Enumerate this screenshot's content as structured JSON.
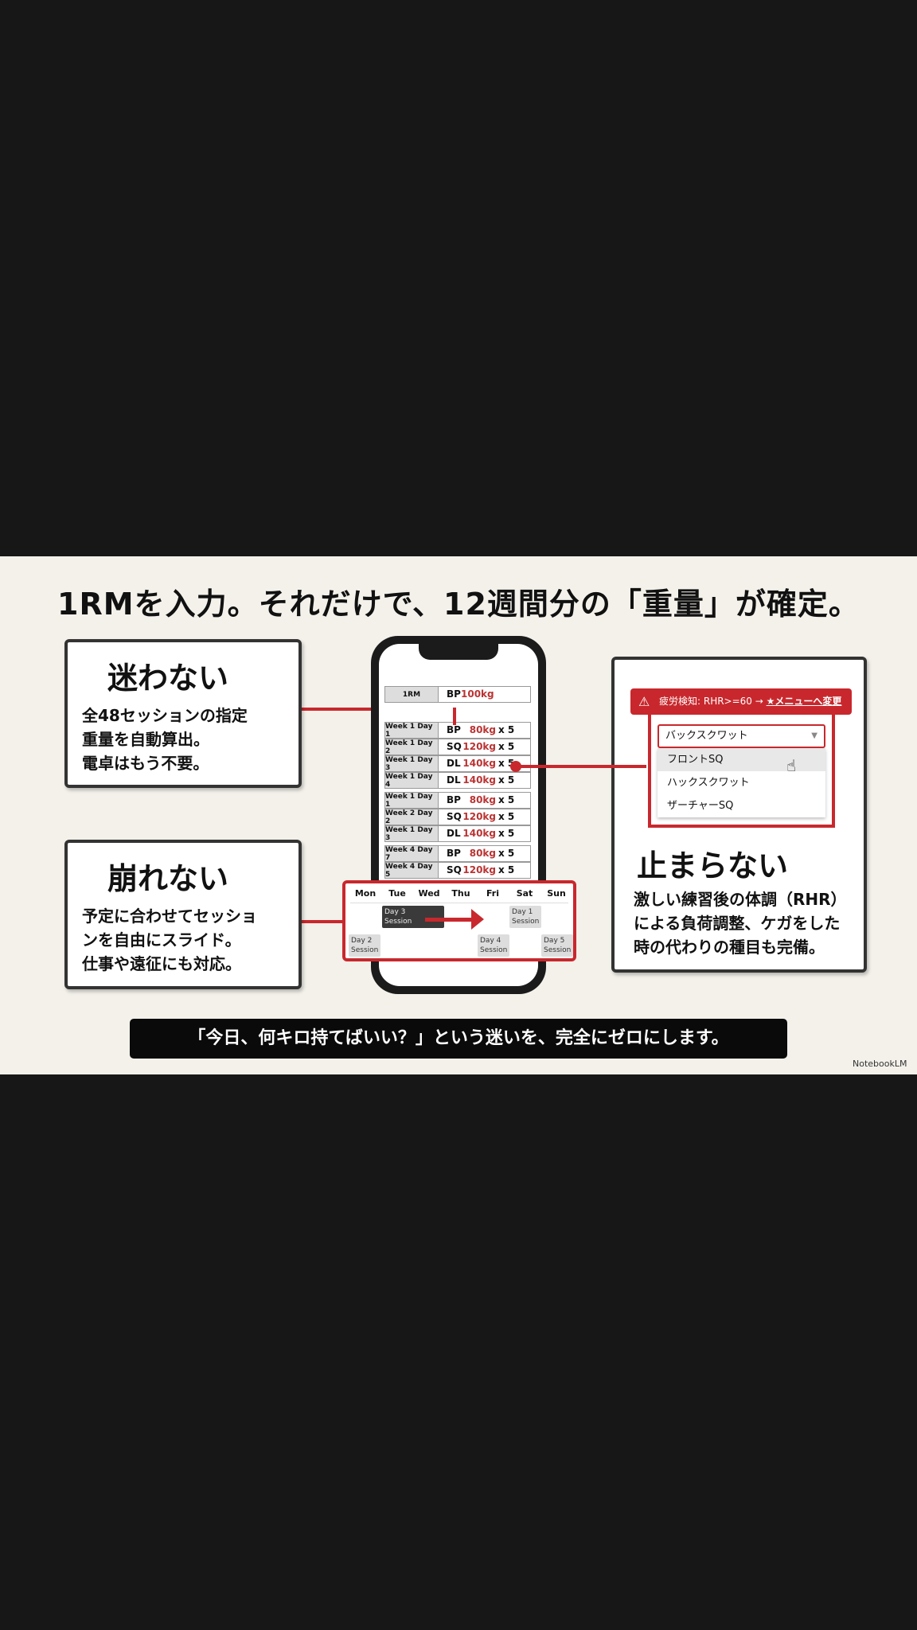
{
  "title": "1RMを入力。それだけで、12週間分の「重量」が確定。",
  "features": [
    {
      "heading": "迷わない",
      "body": "全48セッションの指定\n重量を自動算出。\n電卓はもう不要。"
    },
    {
      "heading": "崩れない",
      "body": "予定に合わせてセッショ\nンを自由にスライド。\n仕事や遠征にも対応。"
    },
    {
      "heading": "止まらない",
      "body": "激しい練習後の体調（RHR）\nによる負荷調整、ケガをした\n時の代わりの種目も完備。"
    }
  ],
  "phone": {
    "onerm": {
      "label": "1RM",
      "exercise": "BP",
      "weight": "100kg"
    },
    "rows": [
      {
        "label": "Week 1 Day 1",
        "exercise": "BP",
        "weight": "80kg",
        "reps": "x 5"
      },
      {
        "label": "Week 1 Day 2",
        "exercise": "SQ",
        "weight": "120kg",
        "reps": "x 5"
      },
      {
        "label": "Week 1 Day 3",
        "exercise": "DL",
        "weight": "140kg",
        "reps": "x 5"
      },
      {
        "label": "Week 1 Day 4",
        "exercise": "DL",
        "weight": "140kg",
        "reps": "x 5"
      },
      {
        "label": "Week 1 Day 1",
        "exercise": "BP",
        "weight": "80kg",
        "reps": "x 5"
      },
      {
        "label": "Week 2 Day 2",
        "exercise": "SQ",
        "weight": "120kg",
        "reps": "x 5"
      },
      {
        "label": "Week 1 Day 3",
        "exercise": "DL",
        "weight": "140kg",
        "reps": "x 5"
      },
      {
        "label": "Week 4 Day 7",
        "exercise": "BP",
        "weight": "80kg",
        "reps": "x 5"
      },
      {
        "label": "Week 4 Day 5",
        "exercise": "SQ",
        "weight": "120kg",
        "reps": "x 5"
      }
    ]
  },
  "calendar": {
    "days": [
      "Mon",
      "Tue",
      "Wed",
      "Thu",
      "Fri",
      "Sat",
      "Sun"
    ],
    "sessions": [
      "Day 3\nSession",
      "Day 1\nSession",
      "Day 2\nSession",
      "Day 4\nSession",
      "Day 5\nSession"
    ]
  },
  "alert": {
    "text": "疲労検知: RHR>=60 → ",
    "link": "★メニューへ変更"
  },
  "select": {
    "value": "バックスクワット",
    "options": [
      "フロントSQ",
      "ハックスクワット",
      "ザーチャーSQ"
    ]
  },
  "bottom_text": "「今日、何キロ持てばいい？」という迷いを、完全にゼロにします。",
  "brand": "NotebookLM",
  "colors": {
    "accent": "#c8282d",
    "background": "#f3f1ea"
  }
}
